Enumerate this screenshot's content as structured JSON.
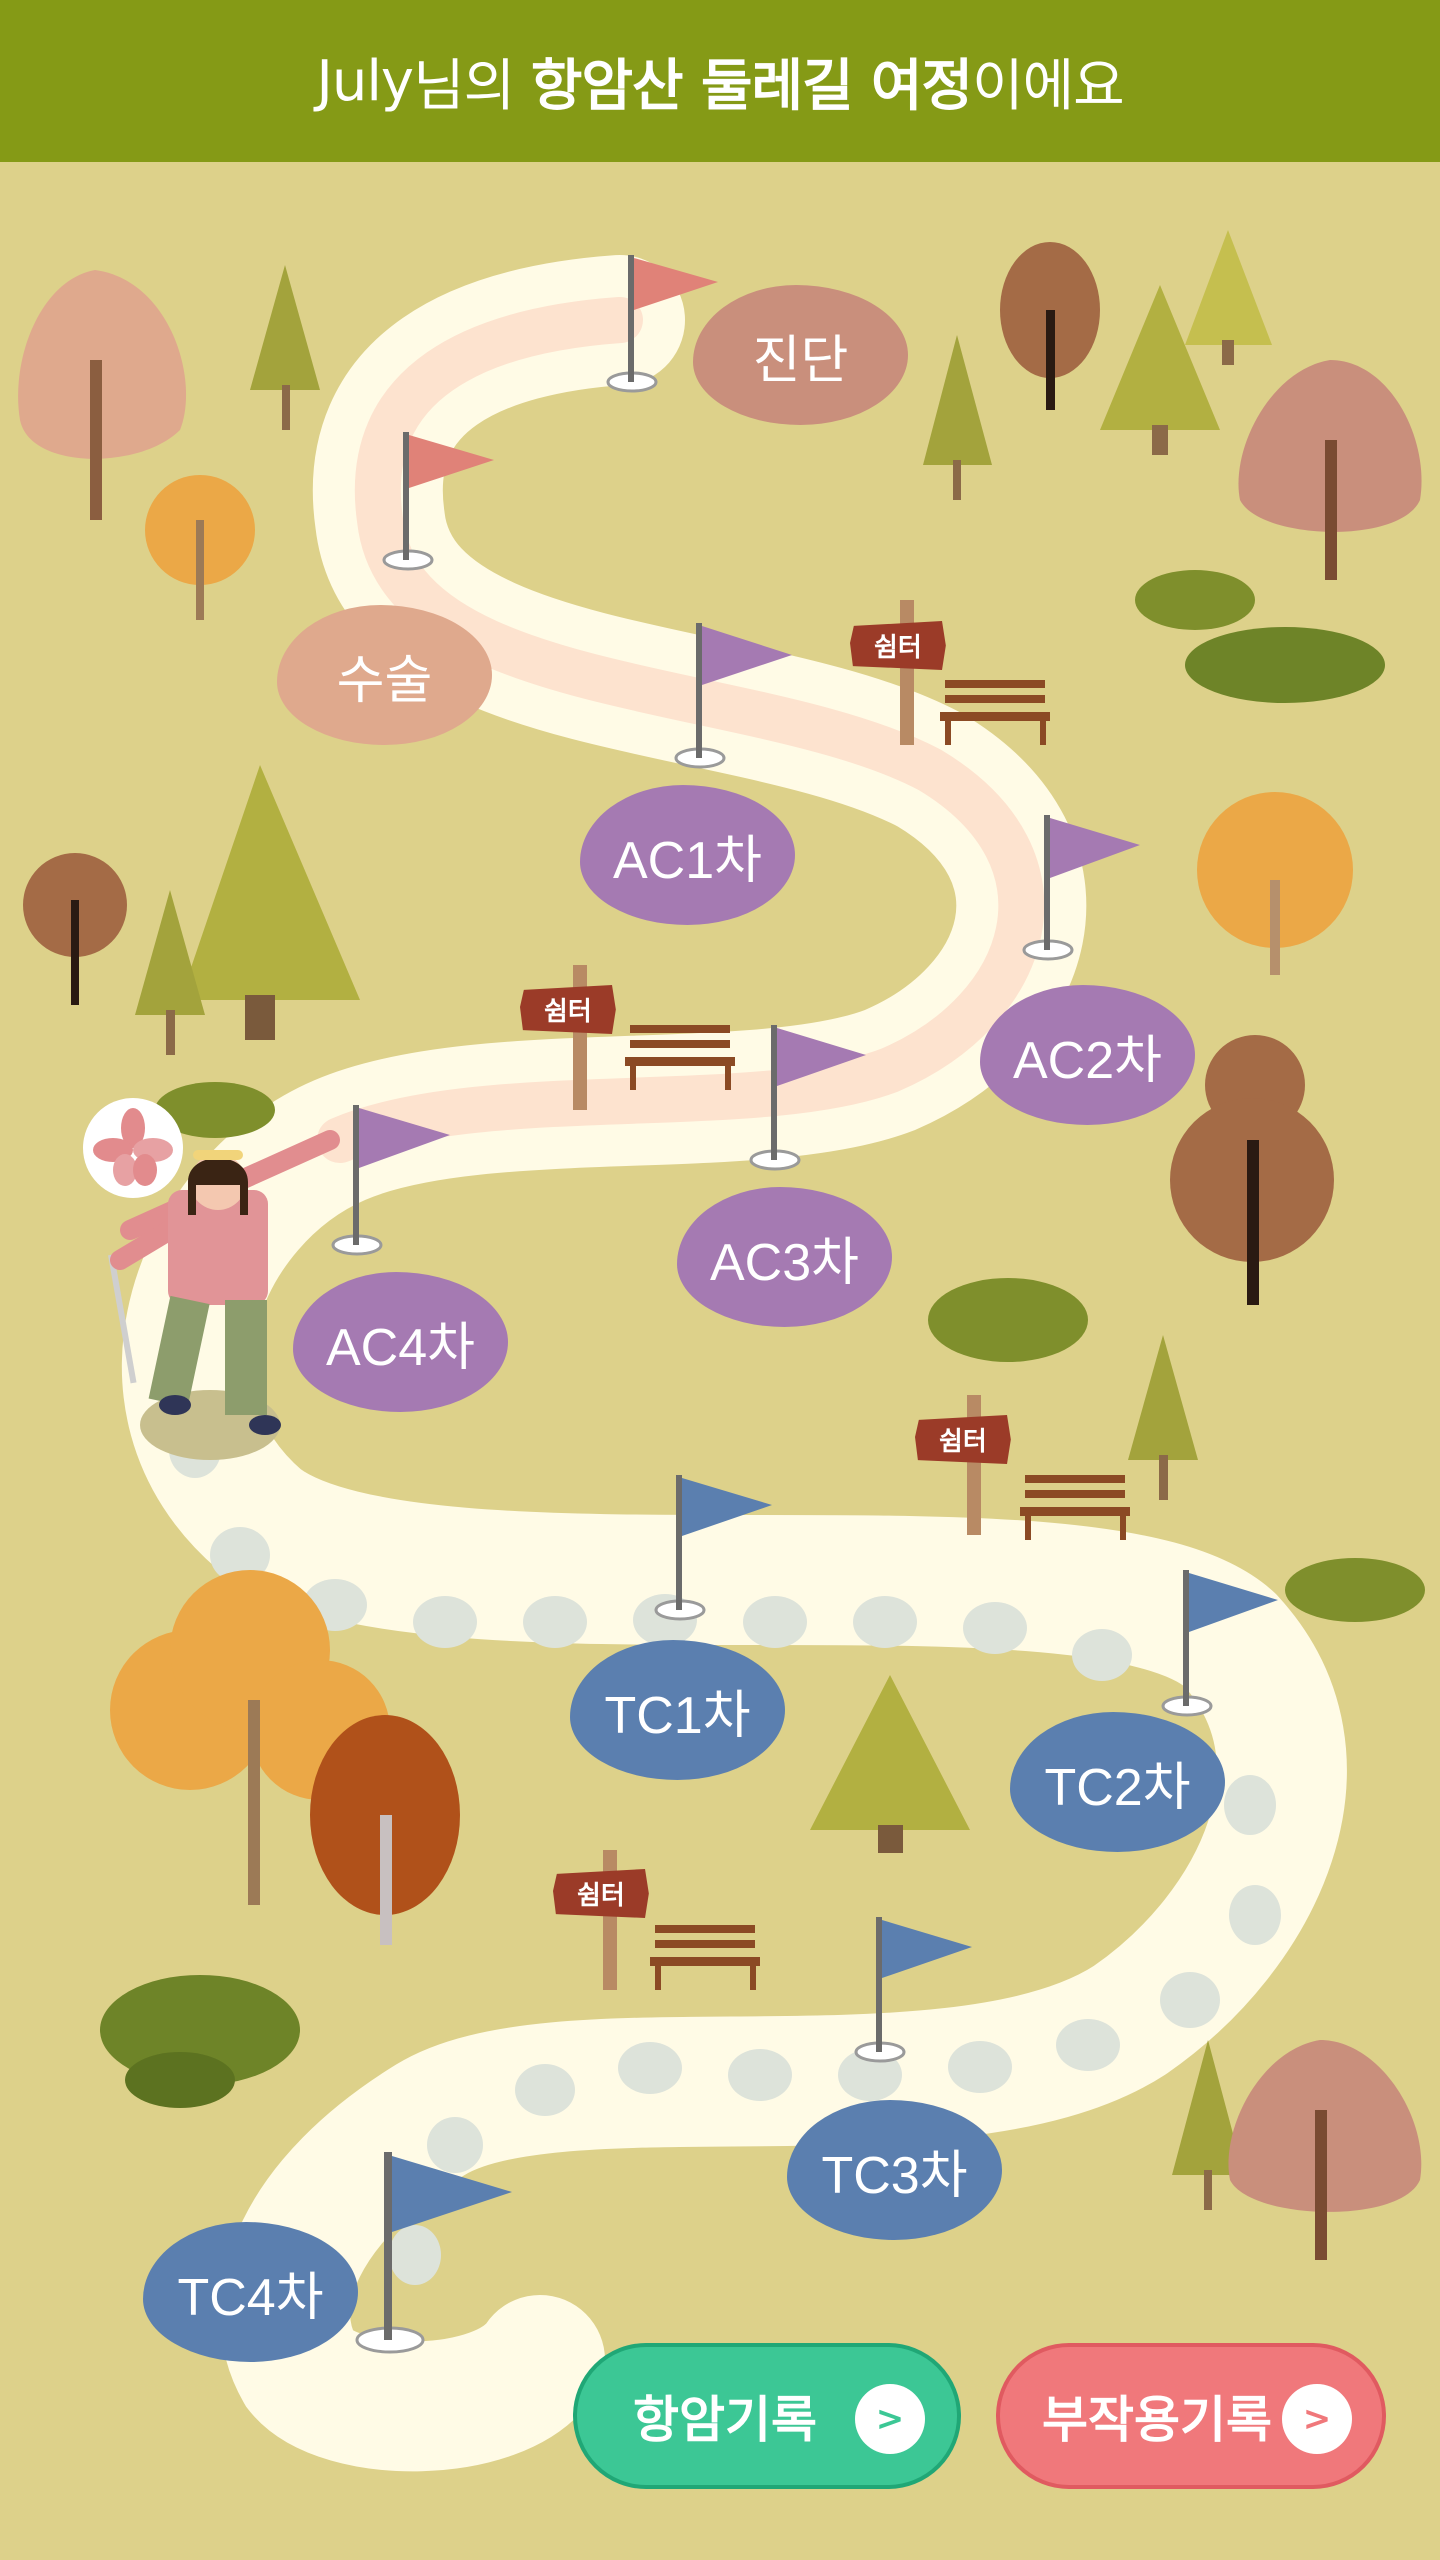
{
  "header": {
    "user": "July",
    "suffix_1": "님의 ",
    "bold": "항암산 둘레길 여정",
    "suffix_2": "이에요"
  },
  "colors": {
    "header_bg": "#859a16",
    "ground": "#ddd18a",
    "path": "#fffbe6",
    "diagnosis": "#c98f7c",
    "surgery": "#dfa98d",
    "ac": "#a57ab2",
    "tc": "#5b7faf",
    "record_button": "#3cc795",
    "side_effect_button": "#f0787b"
  },
  "milestones": {
    "diagnosis": "진단",
    "surgery": "수술",
    "ac1": "AC1차",
    "ac2": "AC2차",
    "ac3": "AC3차",
    "ac4": "AC4차",
    "tc1": "TC1차",
    "tc2": "TC2차",
    "tc3": "TC3차",
    "tc4": "TC4차"
  },
  "signs": {
    "rest_1": "쉼터",
    "rest_2": "쉼터",
    "rest_3": "쉼터",
    "rest_4": "쉼터"
  },
  "buttons": {
    "chemo_record": "항암기록",
    "side_effect_record": "부작용기록",
    "arrow": ">"
  },
  "icons": [
    "flag-icon",
    "tree-icon",
    "pine-tree-icon",
    "bush-icon",
    "bench-icon",
    "signpost-icon",
    "hiker-avatar",
    "flower-badge-icon",
    "chevron-right-icon"
  ]
}
